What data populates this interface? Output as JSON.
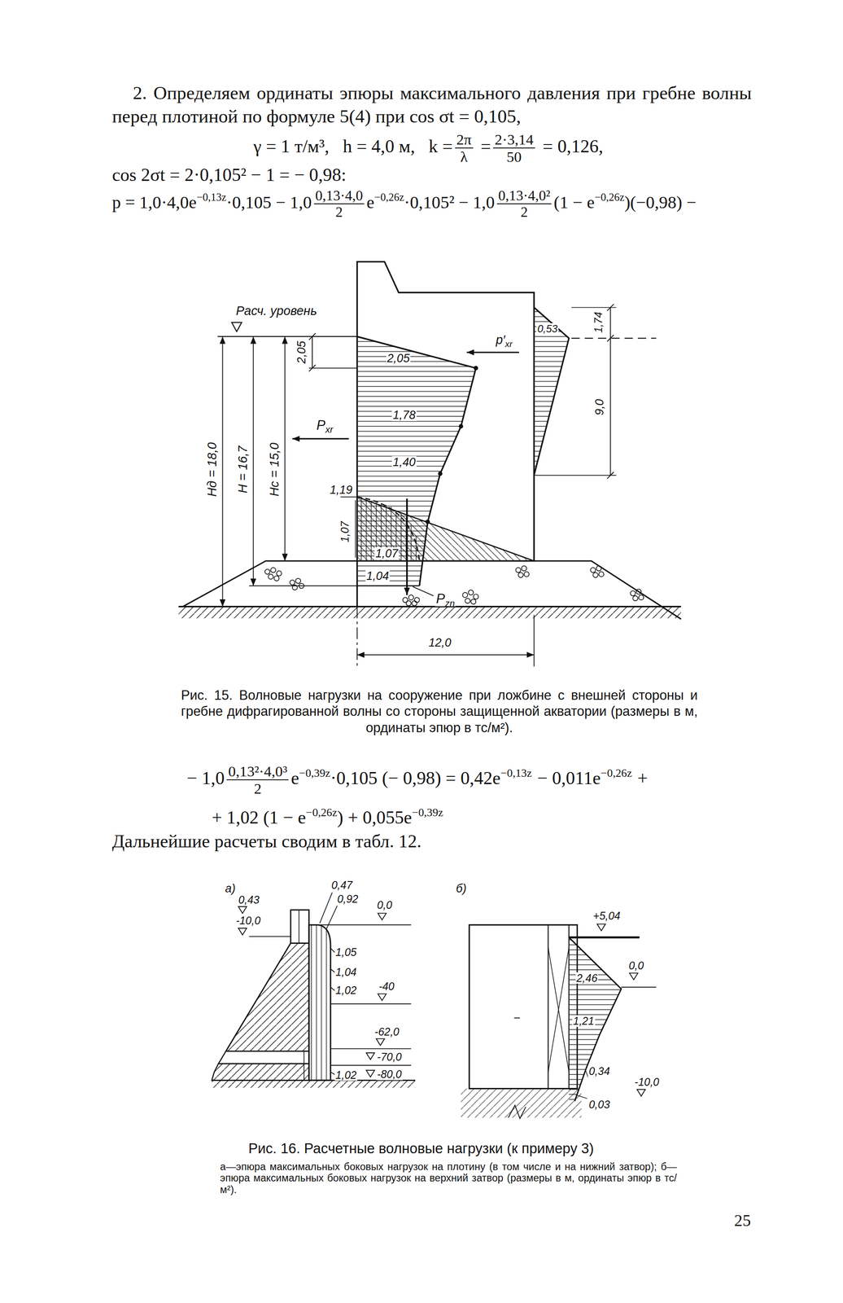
{
  "diagram": {
    "labels": [
      "2. Определяем ординаты эпюры максимального давления при гребне волны перед плотиной по формуле 5(4) при cos σt = 0,105,",
      "γ = 1 т/м³,   h = 4,0 м,   k =",
      "2π",
      "λ",
      "=",
      "2·3,14",
      "50",
      "= 0,126,",
      "cos 2σt = 2·0,105² − 1 = − 0,98:",
      "p = 1,0·4,0e",
      "−0,13z",
      "·0,105 − 1,0",
      "0,13·4,0",
      "2",
      "e",
      "−0,26z",
      "·0,105² − 1,0",
      "0,13·4,0²",
      "2",
      "(1 − e",
      "−0,26z",
      ")(−0,98) −",
      "Расч. уровень",
      "2,05",
      "Hд = 18,0",
      "H = 16,7",
      "Hc = 15,0",
      "2,05",
      "1,78",
      "1,40",
      "P",
      "xr",
      "1,19",
      "1,07",
      "1,07",
      "1,04",
      "P",
      "zn",
      "p′",
      "xr",
      "0,53",
      "1,74",
      "9,0",
      "12,0",
      "Рис. 15. Волновые нагрузки на сооружение при ложбине с внешней стороны и гребне дифрагированной волны со стороны защищенной акватории (размеры в м, ординаты эпюр в тс/м²).",
      "− 1,0",
      "0,13²·4,0³",
      "2",
      "e",
      "−0,39z",
      "·0,105 (− 0,98) = 0,42e",
      "−0,13z",
      "− 0,011e",
      "−0,26z",
      "+",
      "+ 1,02 (1 − e",
      "−0,26z",
      ") + 0,055e",
      "−0,39z",
      "Дальнейшие расчеты сводим в табл. 12.",
      "а)",
      "0,43",
      "-10,0",
      "0,47",
      "0,92",
      "0,0",
      "1,05",
      "1,04",
      "1,02",
      "-40",
      "-62,0",
      "-70,0",
      "1,02",
      "-80,0",
      "б)",
      "+5,04",
      "0,0",
      "2,46",
      "1,21",
      "0,34",
      "-10,0",
      "0,03",
      "Рис. 16. Расчетные волновые нагрузки (к примеру 3)",
      "а—эпюра максимальных боковых нагрузок на плотину (в том числе и на нижний затвор); б—эпюра максимальных боковых нагрузок на верхний затвор (размеры в м, ординаты эпюр в тс/м²).",
      "25"
    ]
  }
}
